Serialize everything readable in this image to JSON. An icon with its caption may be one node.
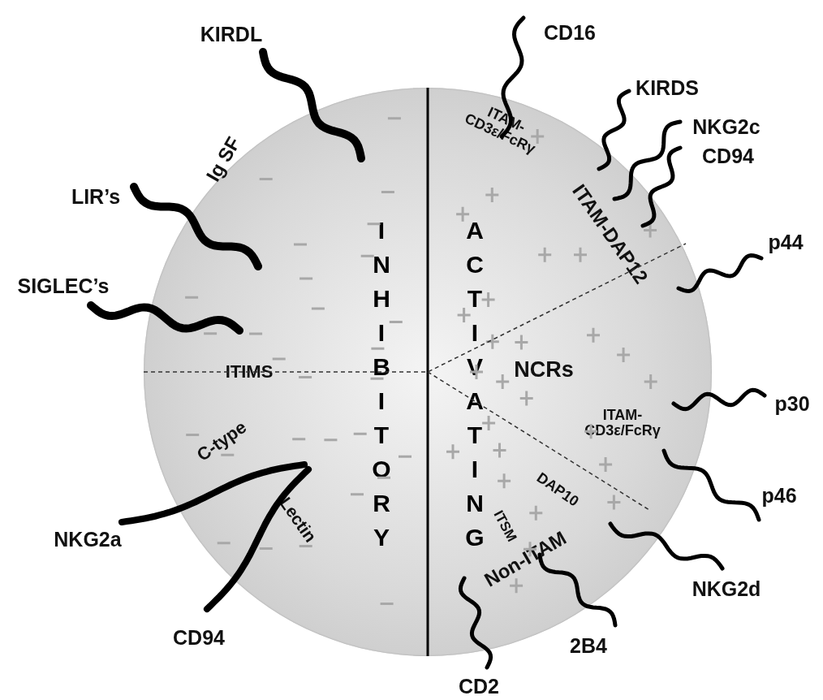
{
  "diagram": {
    "nodes": [
      {
        "text": [
          "INHIBITORY",
          "ACTIVATING",
          "Ig SF",
          "ITAM-CD3ε/FcRγ",
          "ITAM-DAP12",
          "ITIMS",
          "NCRs",
          "ITAM-CD3ε/FcRγ",
          "C-type",
          "DAP10",
          "ITSM",
          "Lectin",
          "Non-ITAM"
        ]
      }
    ],
    "labels": [
      "KIRDL",
      "CD16",
      "KIRDS",
      "NKG2c",
      "CD94",
      "LIR’s",
      "p44",
      "SIGLEC’s",
      "p30",
      "p46",
      "NKG2a",
      "NKG2d",
      "2B4",
      "CD94",
      "CD2"
    ]
  }
}
